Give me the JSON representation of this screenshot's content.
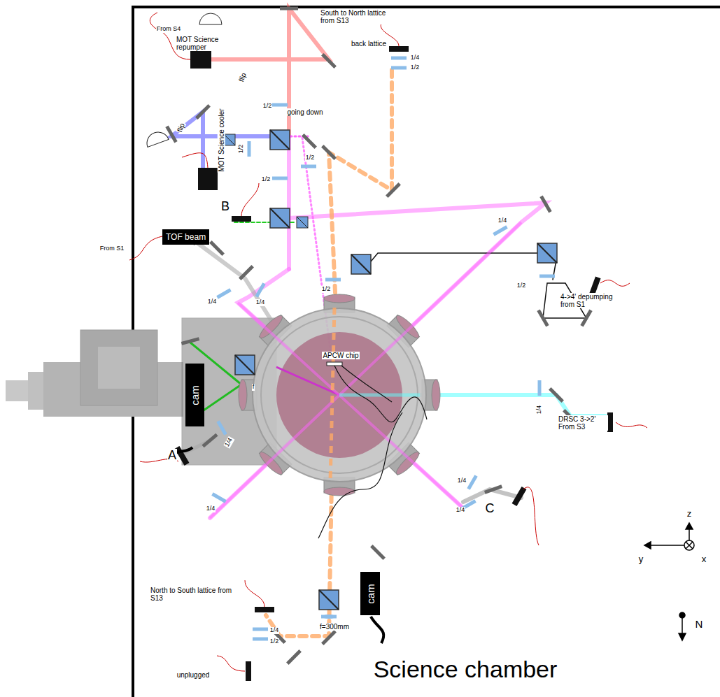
{
  "diagram": {
    "nodes": [
      {
        "text": [
          "TOF beam"
        ]
      },
      {
        "text": [
          "cam"
        ]
      },
      {
        "text": [
          "cam"
        ]
      }
    ],
    "labels": [
      "From S4",
      "MOT Science repumper",
      "flip",
      "South to North lattice from S13",
      "back lattice",
      "1/4",
      "1/2",
      "1/2",
      "going down",
      "flip",
      "MOT Science cooler",
      "1/2",
      "1/2",
      "1/2",
      "B",
      "From S1",
      "1/4",
      "1/2",
      "4->4' depumping from S1",
      "1/2",
      "1/4",
      "1/4",
      "f",
      "A",
      "1/4",
      "1/4",
      "APCW chip",
      "1/4",
      "DRSC 3->2' From S3",
      "C",
      "1/4",
      "1/4",
      "f=300mm",
      "North to South lattice from S13",
      "1/4",
      "1/2",
      "unplugged",
      "z",
      "y",
      "x",
      "N",
      "Science chamber"
    ]
  }
}
